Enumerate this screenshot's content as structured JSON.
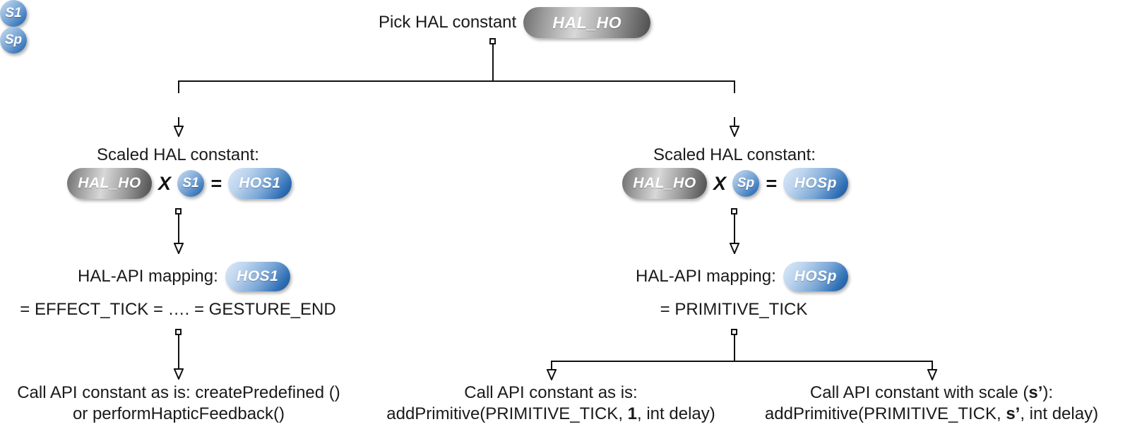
{
  "diagram": {
    "type": "flowchart",
    "title_row": {
      "label": "Pick HAL constant",
      "pill": "HAL_HO"
    },
    "branches": [
      {
        "id": "s1",
        "edge_label": "S1",
        "scaled": {
          "caption": "Scaled HAL constant:",
          "operand_left": "HAL_HO",
          "operator_multiply": "X",
          "operand_right": "S1",
          "operator_equals": "=",
          "result": "HOS1"
        },
        "mapping": {
          "caption": "HAL-API mapping:",
          "pill": "HOS1",
          "expression": "= EFFECT_TICK = …. = GESTURE_END"
        },
        "leaves": [
          {
            "line1": "Call API constant as is: createPredefined ()",
            "line2": "or performHapticFeedback()"
          }
        ]
      },
      {
        "id": "sp",
        "edge_label": "Sp",
        "scaled": {
          "caption": "Scaled HAL constant:",
          "operand_left": "HAL_HO",
          "operator_multiply": "X",
          "operand_right": "Sp",
          "operator_equals": "=",
          "result": "HOSp"
        },
        "mapping": {
          "caption": "HAL-API mapping:",
          "pill": "HOSp",
          "expression": "= PRIMITIVE_TICK"
        },
        "leaves": [
          {
            "line1": "Call API constant as is:",
            "line2_pre": "addPrimitive(PRIMITIVE_TICK, ",
            "line2_bold": "1",
            "line2_post": ", int delay)"
          },
          {
            "line1_pre": "Call API constant with scale (",
            "line1_bold": "s’",
            "line1_post": "):",
            "line2_pre": "addPrimitive(PRIMITIVE_TICK, ",
            "line2_bold": "s’",
            "line2_post": ", int delay)"
          }
        ]
      }
    ],
    "colors": {
      "line": "#111111",
      "pill_blue_dark": "#2f6fb5",
      "pill_blue_light": "#dce9f8",
      "pill_gray_light": "#d8d8d8",
      "pill_gray_dark": "#4c4c4c",
      "text": "#1a1a1a",
      "background": "#ffffff"
    }
  }
}
